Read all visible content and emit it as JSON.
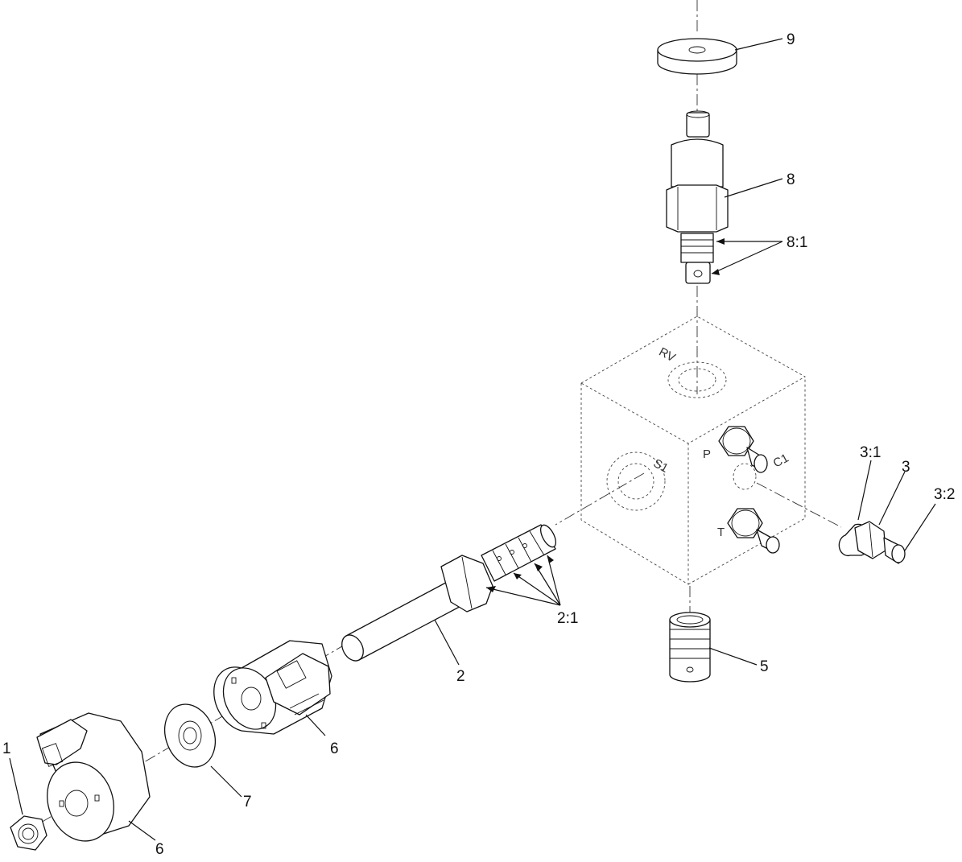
{
  "callouts": {
    "c1": "1",
    "c2": "2",
    "c2_1": "2:1",
    "c3": "3",
    "c3_1": "3:1",
    "c3_2": "3:2",
    "c5": "5",
    "c6a": "6",
    "c6b": "6",
    "c7": "7",
    "c8": "8",
    "c8_1": "8:1",
    "c9": "9"
  },
  "ports": {
    "rv": "RV",
    "s1": "S1",
    "p": "P",
    "c1": "C1",
    "t": "T"
  }
}
